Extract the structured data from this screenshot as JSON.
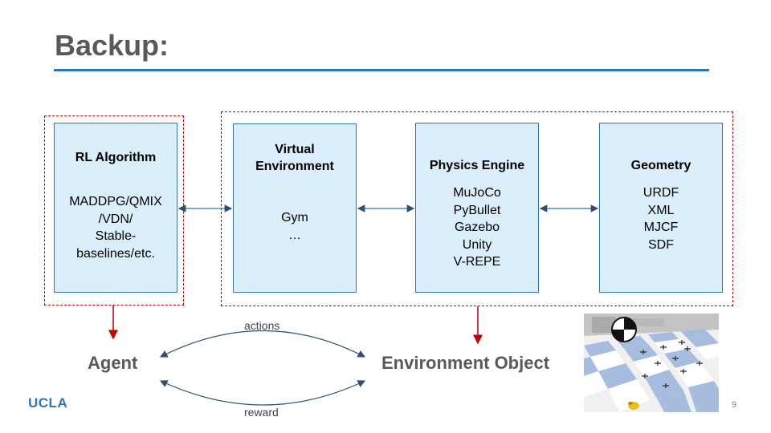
{
  "slide": {
    "title": "Backup:",
    "page_number": "9",
    "logo_text": "UCLA"
  },
  "boxes": {
    "rl": {
      "heading": "RL Algorithm",
      "lines": [
        "MADDPG/QMIX",
        "/VDN/",
        "Stable-",
        "baselines/etc."
      ]
    },
    "virtual": {
      "heading_lines": [
        "Virtual",
        "Environment"
      ],
      "lines": [
        "Gym",
        "…"
      ]
    },
    "physics": {
      "heading": "Physics Engine",
      "lines": [
        "MuJoCo",
        "PyBullet",
        "Gazebo",
        "Unity",
        "V-REPE"
      ]
    },
    "geometry": {
      "heading": "Geometry",
      "lines": [
        "URDF",
        "XML",
        "MJCF",
        "SDF"
      ]
    }
  },
  "labels": {
    "agent": "Agent",
    "environment_object": "Environment Object",
    "actions": "actions",
    "reward": "reward"
  },
  "colors": {
    "accent": "#2e75b6",
    "box_fill": "#dbeefb",
    "dash_red": "#c00000",
    "arrow_dark": "#2f4f75"
  }
}
